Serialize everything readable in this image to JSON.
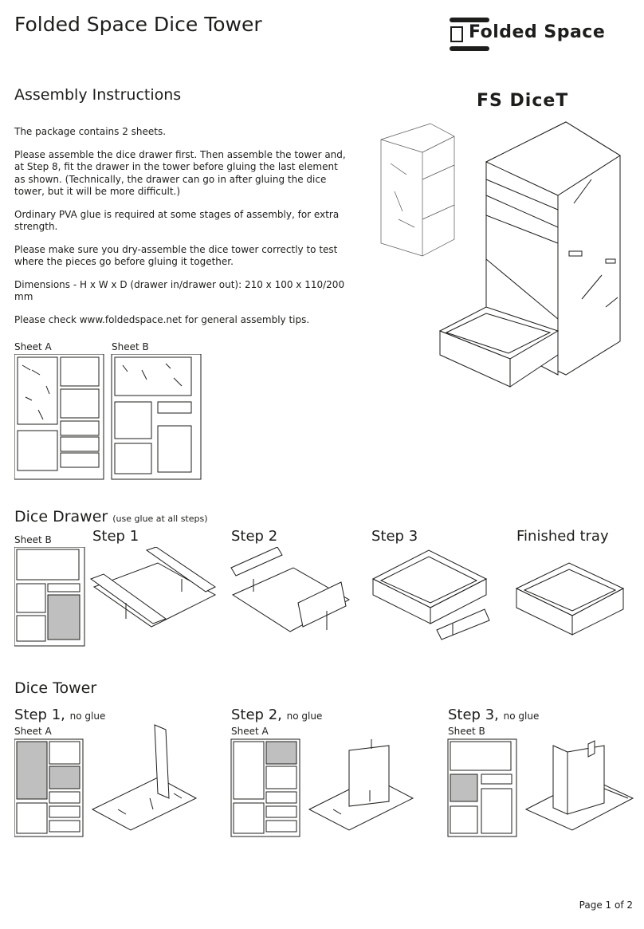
{
  "header": {
    "title": "Folded Space Dice Tower",
    "brand": "Folded Space",
    "model": "FS DiceT"
  },
  "intro": {
    "heading": "Assembly Instructions",
    "paragraphs": [
      "The package contains 2 sheets.",
      "Please assemble the dice drawer first. Then assemble the tower and, at Step 8, fit the drawer in the tower before gluing the last element as shown. (Technically, the drawer can go in after gluing the dice tower, but it will be more difficult.)",
      "Ordinary PVA glue is required at some stages of assembly, for extra strength.",
      "Please make sure you dry-assemble the dice tower correctly to test where the pieces go before gluing it together.",
      "Dimensions - H x W x D (drawer in/drawer out): 210 x 100 x 110/200 mm",
      "Please check www.foldedspace.net for general assembly tips."
    ]
  },
  "sheets": {
    "sheet_a_label": "Sheet A",
    "sheet_b_label": "Sheet B"
  },
  "drawer": {
    "heading": "Dice Drawer",
    "note": "(use glue at all steps)",
    "sheet_label": "Sheet B",
    "step1": "Step 1",
    "step2": "Step 2",
    "step3": "Step 3",
    "finished": "Finished tray"
  },
  "tower": {
    "heading": "Dice Tower",
    "steps": [
      {
        "label": "Step 1,",
        "note": "no glue",
        "sheet": "Sheet A"
      },
      {
        "label": "Step 2,",
        "note": "no glue",
        "sheet": "Sheet A"
      },
      {
        "label": "Step 3,",
        "note": "no glue",
        "sheet": "Sheet B"
      }
    ]
  },
  "footer": {
    "page": "Page 1 of 2"
  },
  "colors": {
    "ink": "#1d1d1b",
    "highlight": "#bfbfbf"
  }
}
